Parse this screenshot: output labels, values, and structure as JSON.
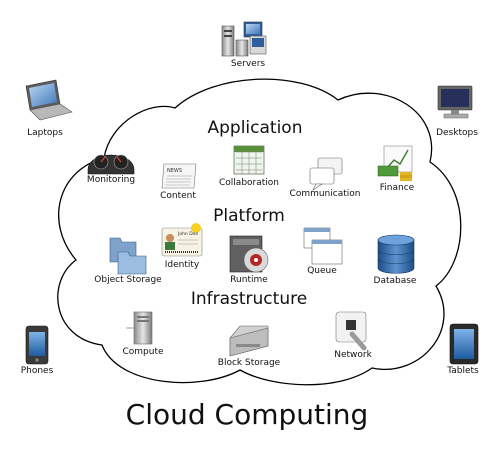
{
  "title": "Cloud Computing",
  "sections": {
    "application": "Application",
    "platform": "Platform",
    "infrastructure": "Infrastructure"
  },
  "devices": {
    "servers": "Servers",
    "laptops": "Laptops",
    "desktops": "Desktops",
    "phones": "Phones",
    "tablets": "Tablets"
  },
  "application_items": {
    "monitoring": "Monitoring",
    "content": "Content",
    "collaboration": "Collaboration",
    "communication": "Communication",
    "finance": "Finance"
  },
  "platform_items": {
    "object_storage": "Object Storage",
    "identity": "Identity",
    "runtime": "Runtime",
    "queue": "Queue",
    "database": "Database"
  },
  "infrastructure_items": {
    "compute": "Compute",
    "block_storage": "Block Storage",
    "network": "Network"
  },
  "icon_text": {
    "news": "NEWS",
    "id_name": "John Doe"
  },
  "icons": [
    "servers-icon",
    "laptop-icon",
    "desktop-icon",
    "phone-icon",
    "tablet-icon",
    "monitoring-icon",
    "content-icon",
    "collaboration-icon",
    "communication-icon",
    "finance-icon",
    "object-storage-icon",
    "identity-icon",
    "runtime-icon",
    "queue-icon",
    "database-icon",
    "compute-icon",
    "block-storage-icon",
    "network-icon"
  ]
}
